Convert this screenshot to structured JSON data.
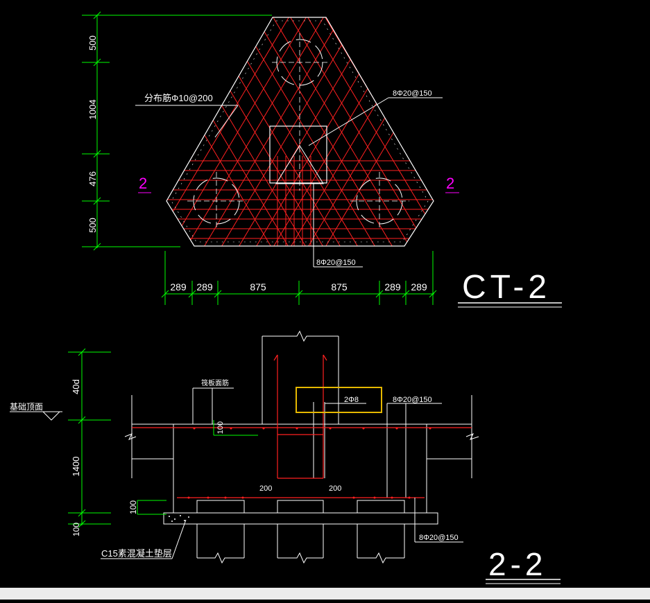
{
  "plan": {
    "dim_vertical": [
      "500",
      "1004",
      "476",
      "500"
    ],
    "dim_horizontal": [
      "289",
      "289",
      "875",
      "875",
      "289",
      "289"
    ],
    "label_distribution_bar": "分布筋Φ10@200",
    "label_bar_top": "8Φ20@150",
    "label_bar_bottom": "8Φ20@150",
    "section_marker_left": "2",
    "section_marker_right": "2",
    "title": "CT-2"
  },
  "section": {
    "dim_vertical": [
      "40d",
      "1400",
      "100",
      "100"
    ],
    "label_foundation_top": "基础顶面",
    "label_slab_top": "筏板面筋",
    "label_cover": "100",
    "label_highlight_bar": "2Φ8",
    "label_bar_right_top": "8Φ20@150",
    "label_bar_bottom": "8Φ20@150",
    "label_200_left": "200",
    "label_200_right": "200",
    "label_cushion": "C15素混凝土垫层",
    "title": "2-2"
  },
  "colors": {
    "background": "#000000",
    "outline": "#ffffff",
    "rebar": "#ff2020",
    "dimension": "#00ff00",
    "marker": "#ff00ff",
    "highlight": "#e6b800"
  }
}
